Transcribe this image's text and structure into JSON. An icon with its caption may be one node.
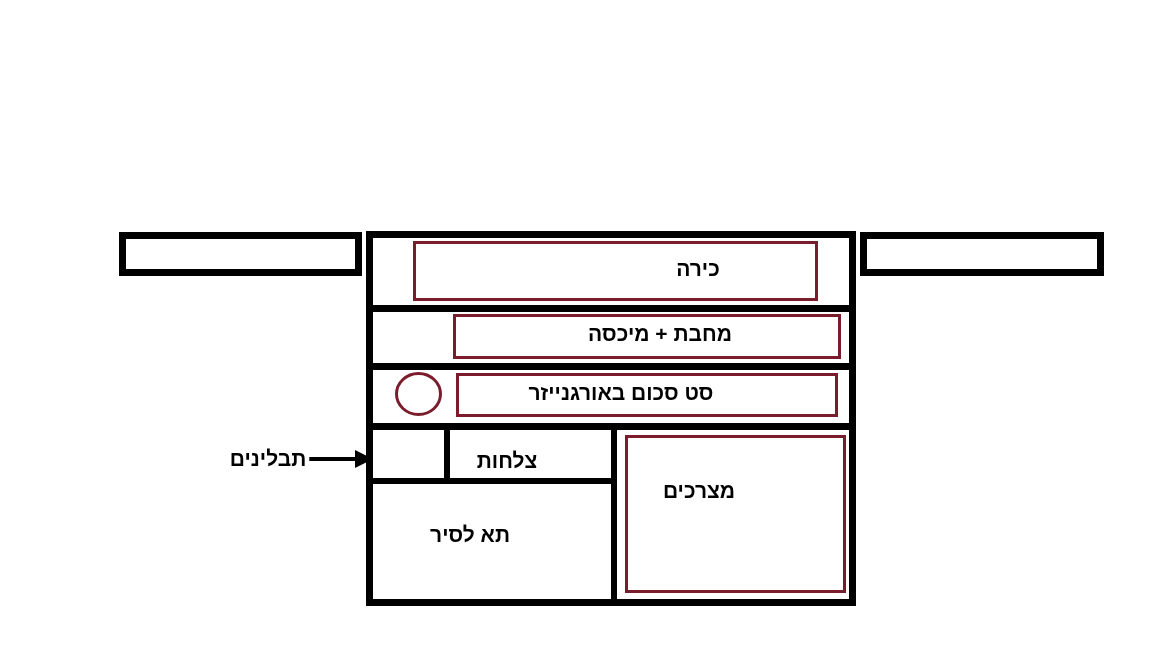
{
  "diagram": {
    "nodes": [
      {
        "text": [],
        "shape": "box"
      },
      {
        "text": [],
        "shape": "box"
      },
      {
        "text": [],
        "shape": "box"
      },
      {
        "text": [],
        "shape": "box",
        "in": 1
      },
      {
        "text": [
          "כירה"
        ],
        "in": 3
      },
      {
        "text": [],
        "shape": "box",
        "in": 1
      },
      {
        "text": [
          "מחבת + מיכסה"
        ],
        "in": 5
      },
      {
        "text": [],
        "shape": "box",
        "in": 1
      },
      {
        "text": [],
        "shape": "circle",
        "in": 7
      },
      {
        "text": [
          "סט סכום באורגנייזר"
        ],
        "in": 7
      },
      {
        "text": [
          "תבלינים"
        ]
      },
      {
        "text": [],
        "shape": "box",
        "in": 1
      },
      {
        "text": [
          "צלחות"
        ],
        "in": 1
      },
      {
        "text": [],
        "shape": "box",
        "in": 1
      },
      {
        "text": [
          "מצרכים"
        ],
        "in": 13
      },
      {
        "text": [
          "תא לסיר"
        ],
        "in": 1
      }
    ],
    "edges": [
      {
        "from": 10,
        "to": 11,
        "arrow": "to"
      }
    ]
  }
}
